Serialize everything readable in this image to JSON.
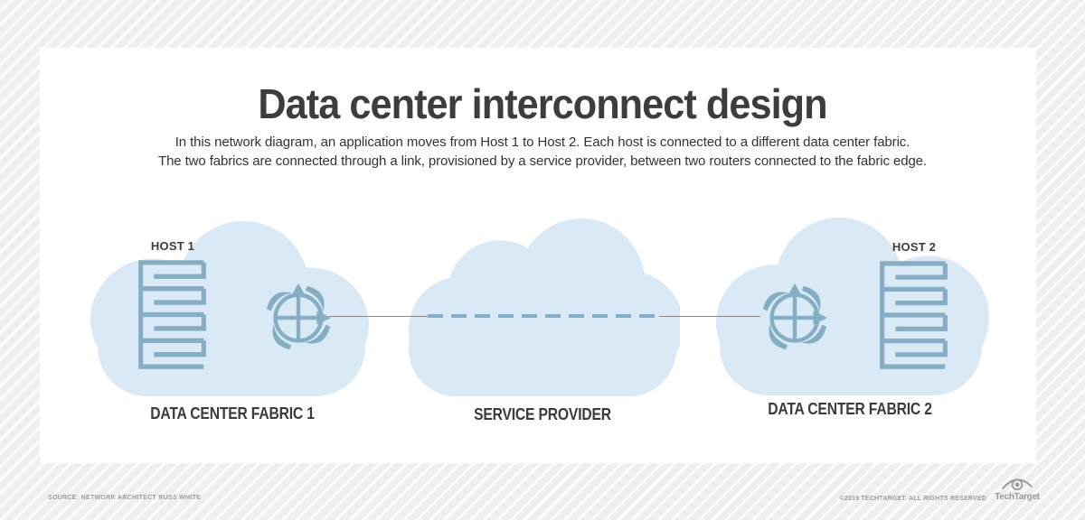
{
  "header": {
    "title": "Data center interconnect design",
    "subtitle_line1": "In this network diagram, an application moves from Host 1 to Host 2. Each host is connected to a different data center fabric.",
    "subtitle_line2": "The two fabrics are connected through a link, provisioned by a service provider, between two routers connected to the fabric edge."
  },
  "diagram": {
    "host1_label": "HOST 1",
    "host2_label": "HOST 2",
    "fabric1_label": "DATA CENTER FABRIC 1",
    "service_provider_label": "SERVICE PROVIDER",
    "fabric2_label": "DATA CENTER FABRIC 2",
    "icons": {
      "host1": "server-stack-icon",
      "host2": "server-stack-icon",
      "router1": "router-icon",
      "router2": "router-icon",
      "link": "dashed-provider-link"
    }
  },
  "footer": {
    "source": "SOURCE: NETWORK ARCHITECT RUSS WHITE",
    "copyright": "©2019 TECHTARGET. ALL RIGHTS RESERVED",
    "brand": "TechTarget"
  },
  "colors": {
    "cloud_fill": "#d9eaf6",
    "icon_stroke": "#85adc3",
    "dash_line": "#84aec6",
    "solid_line": "#8a8a8a",
    "title_text": "#3d3d3d",
    "body_text": "#333333",
    "label_text": "#3b3b3b",
    "footer_text": "#9b9b9b",
    "card_bg": "#ffffff",
    "stripe_gray": "#efefef"
  }
}
